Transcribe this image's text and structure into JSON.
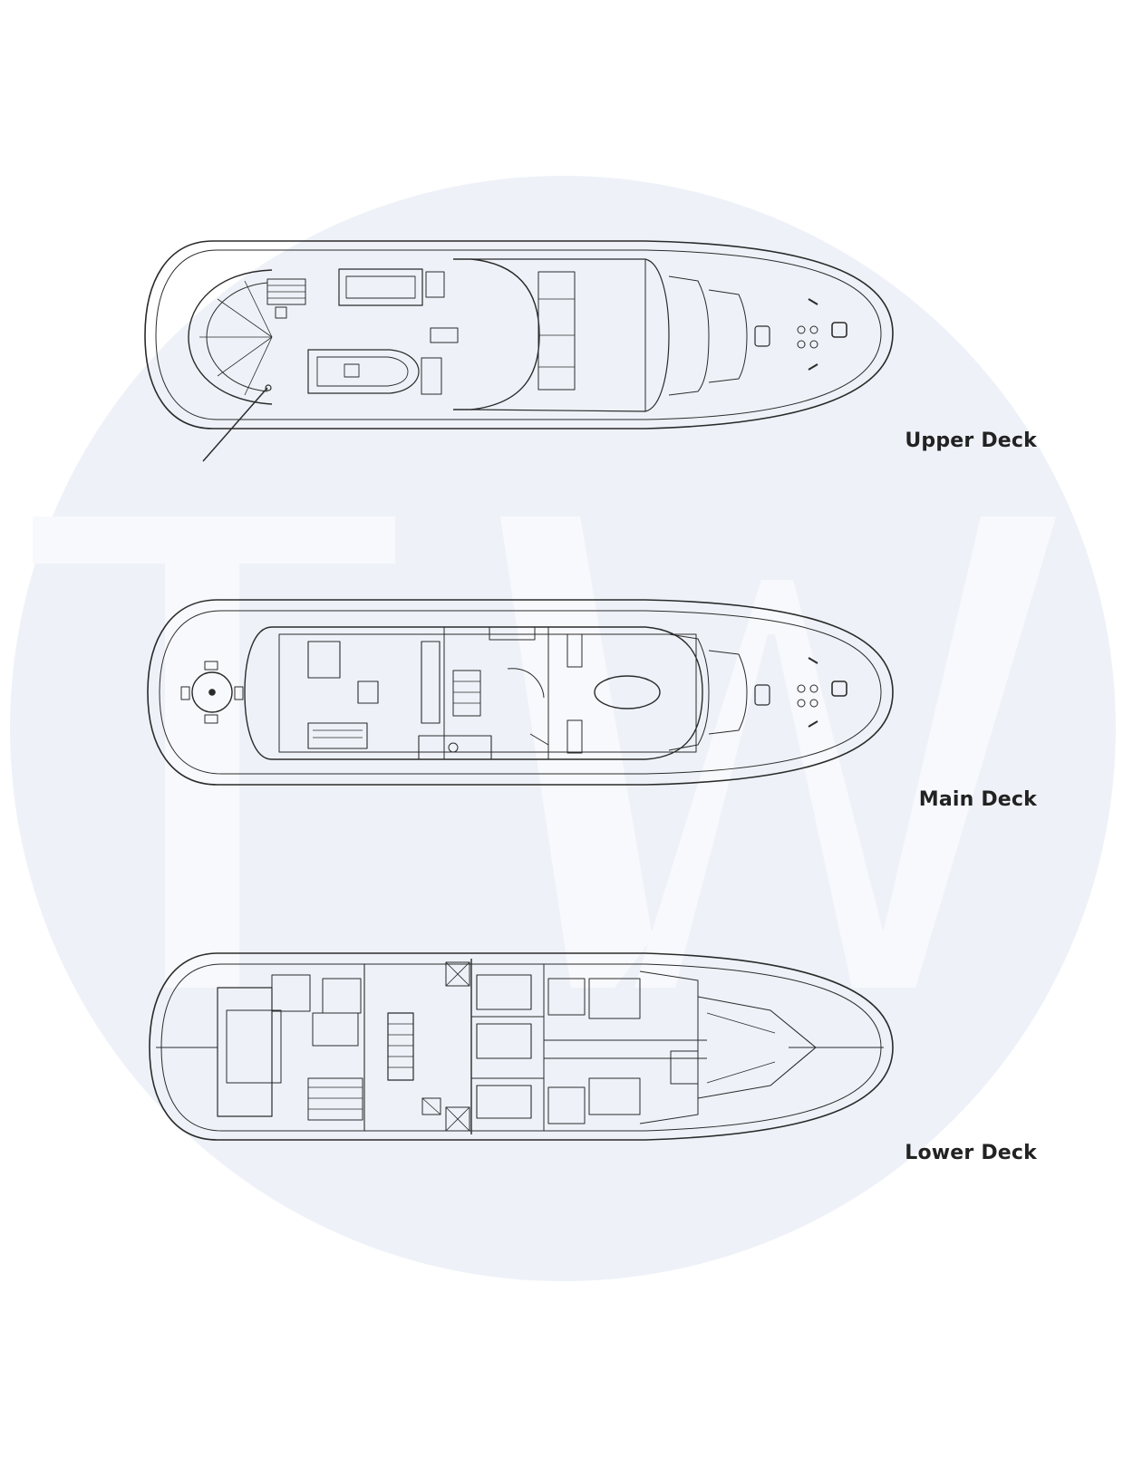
{
  "colors": {
    "background": "#ffffff",
    "watermark_circle": "#eef2f8",
    "watermark_letters": "#f8f9fc",
    "line": "#2b2b2b",
    "label": "#222222"
  },
  "watermark": {
    "text": "TW"
  },
  "decks": [
    {
      "label": "Upper Deck"
    },
    {
      "label": "Main Deck"
    },
    {
      "label": "Lower Deck"
    }
  ]
}
